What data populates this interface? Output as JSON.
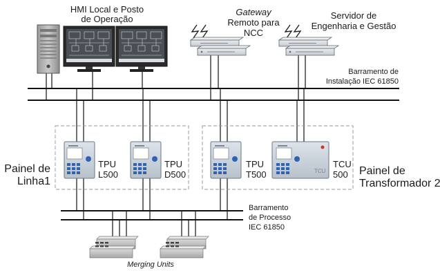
{
  "hmi": {
    "line1": "HMI Local e Posto",
    "line2": "de Operação"
  },
  "gateway": {
    "line1": "Gateway",
    "line2": "Remoto para",
    "line3": "NCC"
  },
  "server": {
    "line1": "Servidor de",
    "line2": "Engenharia e Gestão"
  },
  "station_bus": {
    "line1": "Barramento de",
    "line2": "Instalação IEC 61850"
  },
  "process_bus": {
    "line1": "Barramento",
    "line2": "de Processo",
    "line3": "IEC 61850"
  },
  "panel_line": {
    "line1": "Painel de",
    "line2": "Linha1"
  },
  "panel_transformer": {
    "line1": "Painel de",
    "line2": "Transformador 2"
  },
  "devices": [
    {
      "line1": "TPU",
      "line2": "L500"
    },
    {
      "line1": "TPU",
      "line2": "D500"
    },
    {
      "line1": "TPU",
      "line2": "T500"
    },
    {
      "line1": "TCU",
      "line2": "500"
    }
  ],
  "tcu_brand": "TCU",
  "merging_units": "Merging Units"
}
